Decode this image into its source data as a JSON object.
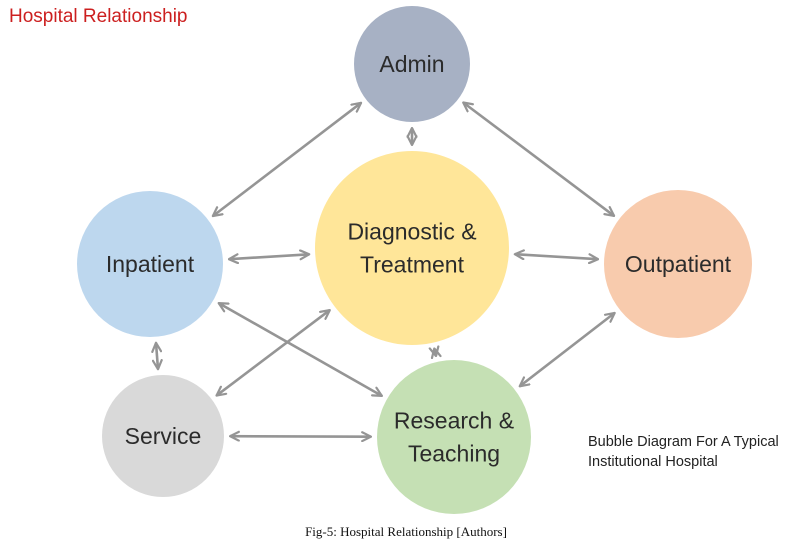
{
  "title": "Hospital Relationship",
  "nodes": {
    "admin": {
      "label": [
        "Admin"
      ],
      "color": "#a7b1c4"
    },
    "inpatient": {
      "label": [
        "Inpatient"
      ],
      "color": "#bdd7ee"
    },
    "diagnostic": {
      "label": [
        "Diagnostic &",
        "Treatment"
      ],
      "color": "#ffe699"
    },
    "outpatient": {
      "label": [
        "Outpatient"
      ],
      "color": "#f8cbad"
    },
    "service": {
      "label": [
        "Service"
      ],
      "color": "#d9d9d9"
    },
    "research": {
      "label": [
        "Research &",
        "Teaching"
      ],
      "color": "#c5e0b4"
    }
  },
  "edges": [
    [
      "admin",
      "inpatient"
    ],
    [
      "admin",
      "outpatient"
    ],
    [
      "admin",
      "diagnostic"
    ],
    [
      "inpatient",
      "diagnostic"
    ],
    [
      "diagnostic",
      "outpatient"
    ],
    [
      "inpatient",
      "service"
    ],
    [
      "inpatient",
      "research"
    ],
    [
      "service",
      "diagnostic"
    ],
    [
      "diagnostic",
      "research"
    ],
    [
      "service",
      "research"
    ],
    [
      "outpatient",
      "research"
    ]
  ],
  "arrow_color": "#959595",
  "note": [
    "Bubble Diagram For A Typical",
    "Institutional Hospital"
  ],
  "caption": "Fig-5: Hospital Relationship [Authors]"
}
